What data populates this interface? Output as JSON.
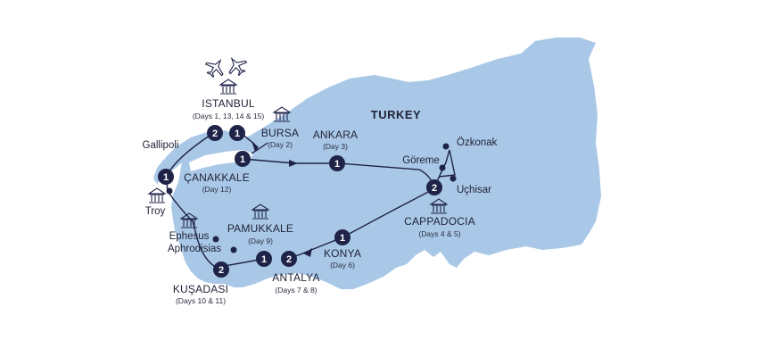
{
  "country": "TURKEY",
  "colors": {
    "land": "#a9c8e8",
    "route": "#1f2347",
    "marker": "#1f2347",
    "marker_text": "#ffffff",
    "background": "#ffffff"
  },
  "cities": [
    {
      "key": "istanbul",
      "name": "ISTANBUL",
      "days": "(Days 1, 13, 14 & 15)",
      "icon": "building-icon",
      "airport": true
    },
    {
      "key": "bursa",
      "name": "BURSA",
      "days": "(Day 2)",
      "icon": "building-icon"
    },
    {
      "key": "ankara",
      "name": "ANKARA",
      "days": "(Day 3)"
    },
    {
      "key": "canakkale",
      "name": "ÇANAKKALE",
      "days": "(Day 12)"
    },
    {
      "key": "cappadocia",
      "name": "CAPPADOCIA",
      "days": "(Days 4 & 5)",
      "icon": "building-icon"
    },
    {
      "key": "pamukkale",
      "name": "PAMUKKALE",
      "days": "(Day 9)",
      "icon": "building-icon"
    },
    {
      "key": "konya",
      "name": "KONYA",
      "days": "(Day 6)"
    },
    {
      "key": "antalya",
      "name": "ANTALYA",
      "days": "(Days 7 & 8)"
    },
    {
      "key": "kusadasi",
      "name": "KUŞADASI",
      "days": "(Days 10 & 11)"
    }
  ],
  "sites": [
    "Gallipoli",
    "Troy",
    "Ephesus",
    "Aphrodisias",
    "Göreme",
    "Özkonak",
    "Uçhisar"
  ],
  "markers": [
    {
      "n": "2",
      "at": "istanbul"
    },
    {
      "n": "1",
      "at": "istanbul"
    },
    {
      "n": "1",
      "at": "bursa"
    },
    {
      "n": "1",
      "at": "ankara"
    },
    {
      "n": "2",
      "at": "cappadocia"
    },
    {
      "n": "1",
      "at": "konya"
    },
    {
      "n": "2",
      "at": "antalya"
    },
    {
      "n": "1",
      "at": "antalya-west"
    },
    {
      "n": "2",
      "at": "kusadasi"
    },
    {
      "n": "1",
      "at": "canakkale"
    }
  ],
  "airport_icons": [
    "airplane-icon",
    "airplane-icon"
  ]
}
